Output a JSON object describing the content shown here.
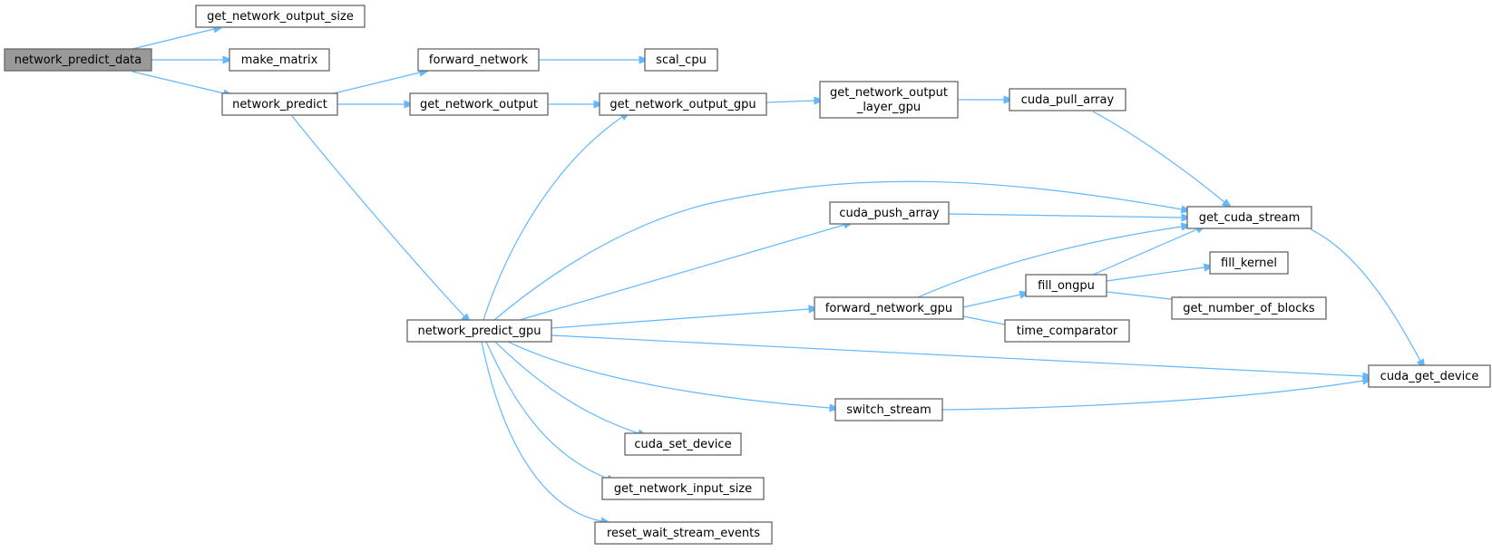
{
  "graph": {
    "nodes": [
      {
        "id": "network_predict_data",
        "lines": [
          "network_predict_data"
        ],
        "root": true
      },
      {
        "id": "get_network_output_size",
        "lines": [
          "get_network_output_size"
        ]
      },
      {
        "id": "make_matrix",
        "lines": [
          "make_matrix"
        ]
      },
      {
        "id": "network_predict",
        "lines": [
          "network_predict"
        ]
      },
      {
        "id": "forward_network",
        "lines": [
          "forward_network"
        ]
      },
      {
        "id": "scal_cpu",
        "lines": [
          "scal_cpu"
        ]
      },
      {
        "id": "get_network_output",
        "lines": [
          "get_network_output"
        ]
      },
      {
        "id": "get_network_output_gpu",
        "lines": [
          "get_network_output_gpu"
        ]
      },
      {
        "id": "get_network_output_layer_gpu",
        "lines": [
          "get_network_output",
          "_layer_gpu"
        ]
      },
      {
        "id": "cuda_pull_array",
        "lines": [
          "cuda_pull_array"
        ]
      },
      {
        "id": "get_cuda_stream",
        "lines": [
          "get_cuda_stream"
        ]
      },
      {
        "id": "cuda_get_device",
        "lines": [
          "cuda_get_device"
        ]
      },
      {
        "id": "network_predict_gpu",
        "lines": [
          "network_predict_gpu"
        ]
      },
      {
        "id": "cuda_push_array",
        "lines": [
          "cuda_push_array"
        ]
      },
      {
        "id": "forward_network_gpu",
        "lines": [
          "forward_network_gpu"
        ]
      },
      {
        "id": "fill_ongpu",
        "lines": [
          "fill_ongpu"
        ]
      },
      {
        "id": "fill_kernel",
        "lines": [
          "fill_kernel"
        ]
      },
      {
        "id": "get_number_of_blocks",
        "lines": [
          "get_number_of_blocks"
        ]
      },
      {
        "id": "time_comparator",
        "lines": [
          "time_comparator"
        ]
      },
      {
        "id": "switch_stream",
        "lines": [
          "switch_stream"
        ]
      },
      {
        "id": "cuda_set_device",
        "lines": [
          "cuda_set_device"
        ]
      },
      {
        "id": "get_network_input_size",
        "lines": [
          "get_network_input_size"
        ]
      },
      {
        "id": "reset_wait_stream_events",
        "lines": [
          "reset_wait_stream_events"
        ]
      }
    ],
    "edges": [
      [
        "network_predict_data",
        "get_network_output_size"
      ],
      [
        "network_predict_data",
        "make_matrix"
      ],
      [
        "network_predict_data",
        "network_predict"
      ],
      [
        "network_predict",
        "forward_network"
      ],
      [
        "network_predict",
        "get_network_output"
      ],
      [
        "network_predict",
        "network_predict_gpu"
      ],
      [
        "forward_network",
        "scal_cpu"
      ],
      [
        "get_network_output",
        "get_network_output_gpu"
      ],
      [
        "get_network_output_gpu",
        "get_network_output_layer_gpu"
      ],
      [
        "get_network_output_layer_gpu",
        "cuda_pull_array"
      ],
      [
        "cuda_pull_array",
        "get_cuda_stream"
      ],
      [
        "get_cuda_stream",
        "cuda_get_device"
      ],
      [
        "network_predict_gpu",
        "get_network_output_gpu"
      ],
      [
        "network_predict_gpu",
        "get_cuda_stream"
      ],
      [
        "network_predict_gpu",
        "cuda_push_array"
      ],
      [
        "network_predict_gpu",
        "forward_network_gpu"
      ],
      [
        "network_predict_gpu",
        "cuda_get_device"
      ],
      [
        "network_predict_gpu",
        "switch_stream"
      ],
      [
        "network_predict_gpu",
        "cuda_set_device"
      ],
      [
        "network_predict_gpu",
        "get_network_input_size"
      ],
      [
        "network_predict_gpu",
        "reset_wait_stream_events"
      ],
      [
        "cuda_push_array",
        "get_cuda_stream"
      ],
      [
        "forward_network_gpu",
        "get_cuda_stream"
      ],
      [
        "forward_network_gpu",
        "fill_ongpu"
      ],
      [
        "forward_network_gpu",
        "time_comparator"
      ],
      [
        "fill_ongpu",
        "get_cuda_stream"
      ],
      [
        "fill_ongpu",
        "fill_kernel"
      ],
      [
        "fill_ongpu",
        "get_number_of_blocks"
      ],
      [
        "switch_stream",
        "cuda_get_device"
      ]
    ]
  }
}
